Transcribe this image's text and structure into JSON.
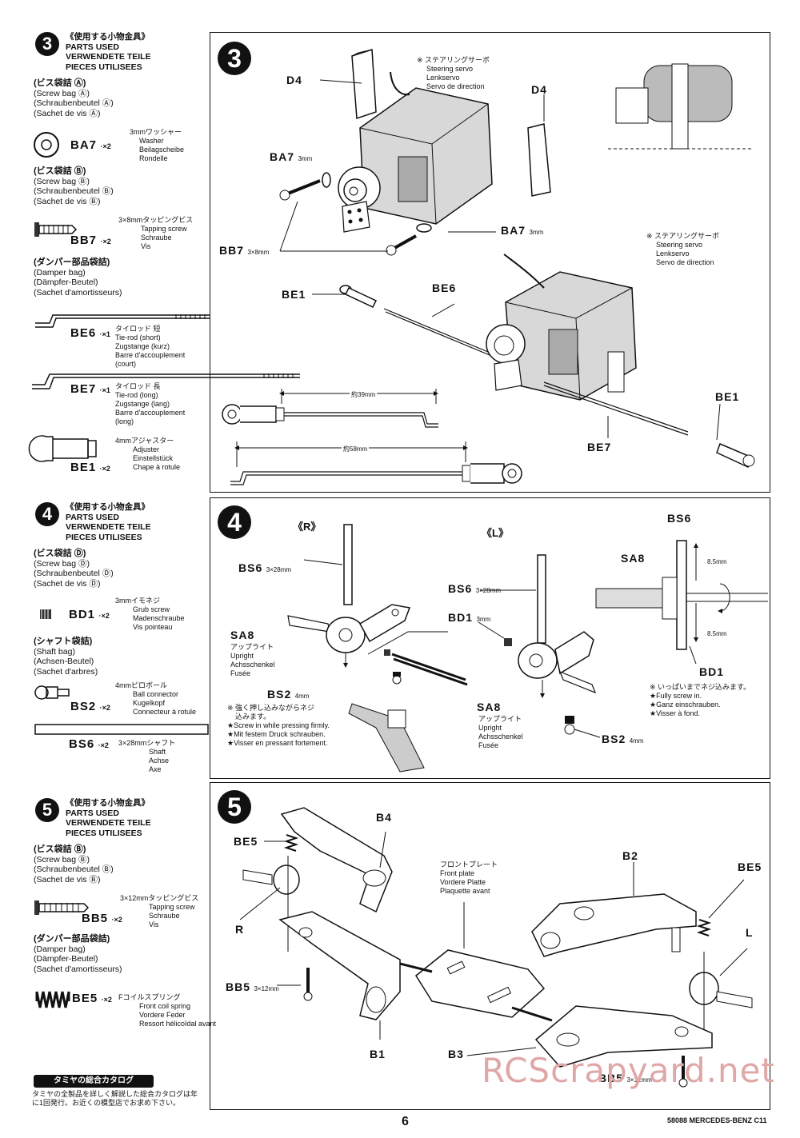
{
  "left": {
    "step3": {
      "num": "3",
      "header": [
        "《使用する小物金具》",
        "PARTS USED",
        "VERWENDETE TEILE",
        "PIECES UTILISEES"
      ],
      "bags": [
        {
          "title": "(ビス袋詰 Ⓐ)",
          "lines": [
            "(Screw bag Ⓐ)",
            "(Schraubenbeutel Ⓐ)",
            "(Sachet de vis Ⓐ)"
          ]
        },
        {
          "title": "(ビス袋詰 Ⓑ)",
          "lines": [
            "(Screw bag Ⓑ)",
            "(Schraubenbeutel Ⓑ)",
            "(Sachet de vis Ⓑ)"
          ]
        },
        {
          "title": "(ダンパー部品袋詰)",
          "lines": [
            "(Damper bag)",
            "(Dämpfer-Beutel)",
            "(Sachet d'amortisseurs)"
          ]
        }
      ],
      "parts": [
        {
          "code": "BA7",
          "qty": "·×2",
          "desc": [
            "3mmワッシャー",
            "Washer",
            "Beilagscheibe",
            "Rondelle"
          ]
        },
        {
          "code": "BB7",
          "qty": "·×2",
          "desc": [
            "3×8mmタッピングビス",
            "Tapping screw",
            "Schraube",
            "Vis"
          ]
        },
        {
          "code": "BE6",
          "qty": "·×1",
          "desc": [
            "タイロッド 短",
            "Tie-rod (short)",
            "Zugstange (kurz)",
            "Barre d'accouplement",
            "(court)"
          ]
        },
        {
          "code": "BE7",
          "qty": "·×1",
          "desc": [
            "タイロッド 長",
            "Tie-rod (long)",
            "Zugstange (lang)",
            "Barre d'accouplement",
            "(long)"
          ]
        },
        {
          "code": "BE1",
          "qty": "·×2",
          "desc": [
            "4mmアジャスター",
            "Adjuster",
            "Einstellstück",
            "Chape à rotule"
          ]
        }
      ]
    },
    "step4": {
      "num": "4",
      "header": [
        "《使用する小物金具》",
        "PARTS USED",
        "VERWENDETE TEILE",
        "PIECES UTILISEES"
      ],
      "bags": [
        {
          "title": "(ビス袋詰 Ⓓ)",
          "lines": [
            "(Screw bag Ⓓ)",
            "(Schraubenbeutel Ⓓ)",
            "(Sachet de vis Ⓓ)"
          ]
        },
        {
          "title": "(シャフト袋詰)",
          "lines": [
            "(Shaft bag)",
            "(Achsen-Beutel)",
            "(Sachet d'arbres)"
          ]
        }
      ],
      "parts": [
        {
          "code": "BD1",
          "qty": "·×2",
          "desc": [
            "3mmイモネジ",
            "Grub screw",
            "Madenschraube",
            "Vis pointeau"
          ]
        },
        {
          "code": "BS2",
          "qty": "·×2",
          "desc": [
            "4mmピロボール",
            "Ball connector",
            "Kugelkopf",
            "Connecteur à rotule"
          ]
        },
        {
          "code": "BS6",
          "qty": "·×2",
          "desc": [
            "3×28mmシャフト",
            "Shaft",
            "Achse",
            "Axe"
          ]
        }
      ]
    },
    "step5": {
      "num": "5",
      "header": [
        "《使用する小物金具》",
        "PARTS USED",
        "VERWENDETE TEILE",
        "PIECES UTILISEES"
      ],
      "bags": [
        {
          "title": "(ビス袋詰 Ⓑ)",
          "lines": [
            "(Screw bag Ⓑ)",
            "(Schraubenbeutel Ⓑ)",
            "(Sachet de vis Ⓑ)"
          ]
        },
        {
          "title": "(ダンパー部品袋詰)",
          "lines": [
            "(Damper bag)",
            "(Dämpfer-Beutel)",
            "(Sachet d'amortisseurs)"
          ]
        }
      ],
      "parts": [
        {
          "code": "BB5",
          "qty": "·×2",
          "desc": [
            "3×12mmタッピングビス",
            "Tapping screw",
            "Schraube",
            "Vis"
          ]
        },
        {
          "code": "BE5",
          "qty": "·×2",
          "desc": [
            "Fコイルスプリング",
            "Front coil spring",
            "Vordere Feder",
            "Ressort hélicoïdal avant"
          ]
        }
      ]
    },
    "catalog": {
      "title": "タミヤの総合カタログ",
      "text": [
        "タミヤの全製品を詳しく解説した総合カタログは年",
        "に1回発行。お近くの模型店でお求め下さい。"
      ]
    }
  },
  "panel3": {
    "num": "3",
    "servo_note": [
      "※ ステアリングサーボ",
      "Steering servo",
      "Lenkservo",
      "Servo de direction"
    ],
    "labels": {
      "d4a": "D4",
      "d4b": "D4",
      "ba7a": "BA7",
      "ba7b": "BA7",
      "bb7": "BB7",
      "be1a": "BE1",
      "be6": "BE6",
      "be1b": "BE1",
      "be7": "BE7"
    },
    "sizes": {
      "ba7a": "3mm",
      "ba7b": "3mm",
      "bb7": "3×8mm"
    },
    "dims": {
      "short": "約39mm",
      "long": "約58mm"
    }
  },
  "panel4": {
    "num": "4",
    "r": "《R》",
    "l": "《L》",
    "labels": {
      "bs6r": "BS6",
      "bs6l": "BS6",
      "bd1": "BD1",
      "sa8r": "SA8",
      "sa8l": "SA8",
      "bs2r": "BS2",
      "bs2l": "BS2",
      "bs6d": "BS6",
      "sa8d": "SA8",
      "bd1d": "BD1"
    },
    "sizes": {
      "bs6r": "3×28mm",
      "bs6l": "3×28mm",
      "bd1": "3mm",
      "bs2r": "4mm",
      "bs2l": "4mm"
    },
    "upright_r": [
      "アップライト",
      "Upright",
      "Achsschenkel",
      "Fusée"
    ],
    "upright_l": [
      "アップライト",
      "Upright",
      "Achsschenkel",
      "Fusée"
    ],
    "press_note": [
      "※ 強く押し込みながらネジ",
      "込みます。",
      "★Screw in while pressing firmly.",
      "★Mit festem Druck schrauben.",
      "★Visser en pressant fortement."
    ],
    "screw_note": [
      "※ いっぱいまでネジ込みます。",
      "★Fully screw in.",
      "★Ganz einschrauben.",
      "★Visser à fond."
    ],
    "dim": "8.5mm"
  },
  "panel5": {
    "num": "5",
    "labels": {
      "be5a": "BE5",
      "b4": "B4",
      "r": "R",
      "bb5a": "BB5",
      "b1": "B1",
      "b2": "B2",
      "be5b": "BE5",
      "l": "L",
      "b3": "B3",
      "bb5b": "BB5"
    },
    "sizes": {
      "bb5a": "3×12mm",
      "bb5b": "3×12mm"
    },
    "front_plate": [
      "フロントプレート",
      "Front plate",
      "Vordere Platte",
      "Plaquette avant"
    ]
  },
  "footer": {
    "page": "6",
    "model": "58088 MERCEDES-BENZ C11",
    "watermark": "RCScrapyard.net"
  }
}
